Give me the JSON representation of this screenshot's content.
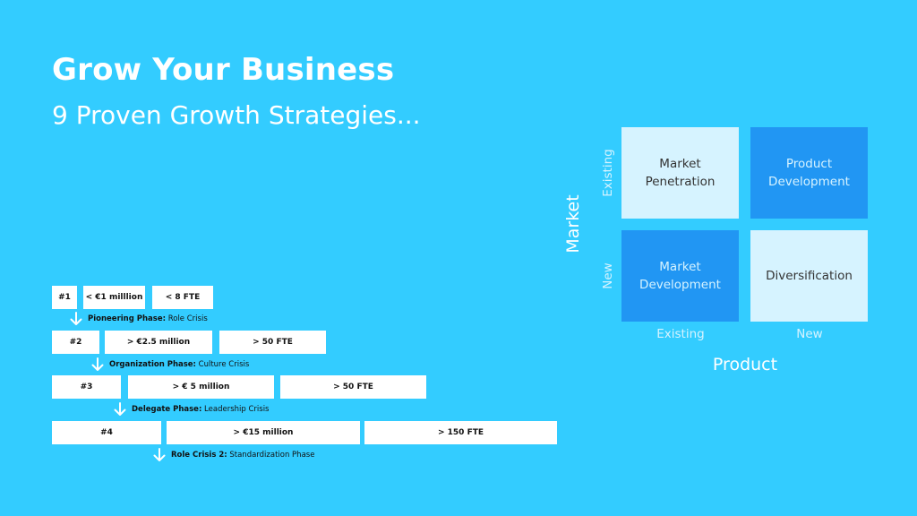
{
  "header": {
    "title": "Grow Your Business",
    "subtitle": "9 Proven Growth Strategies..."
  },
  "colors": {
    "background": "#33ccff",
    "tile_light": "#d6f3ff",
    "tile_dark": "#2196f3",
    "box": "#ffffff"
  },
  "growth_stages": [
    {
      "number": "#1",
      "revenue": "< €1 milllion",
      "staff": "< 8 FTE"
    },
    {
      "number": "#2",
      "revenue": "> €2.5 million",
      "staff": "> 50 FTE"
    },
    {
      "number": "#3",
      "revenue": "> € 5 million",
      "staff": "> 50 FTE"
    },
    {
      "number": "#4",
      "revenue": "> €15 million",
      "staff": "> 150 FTE"
    }
  ],
  "phases": [
    {
      "bold": "Pioneering Phase:",
      "regular": " Role Crisis",
      "icon": "arrow-down-icon"
    },
    {
      "bold": "Organization Phase:",
      "regular": " Culture Crisis",
      "icon": "arrow-down-icon"
    },
    {
      "bold": "Delegate Phase:",
      "regular": " Leadership Crisis",
      "icon": "arrow-down-icon"
    },
    {
      "bold": "Role Crisis 2:",
      "regular": " Standardization Phase",
      "icon": "arrow-down-icon"
    }
  ],
  "matrix": {
    "y_axis_title": "Market",
    "x_axis_title": "Product",
    "y_labels": [
      "Existing",
      "New"
    ],
    "x_labels": [
      "Existing",
      "New"
    ],
    "cells": [
      {
        "line1": "Market",
        "line2": "Penetration",
        "style": "light"
      },
      {
        "line1": "Product",
        "line2": "Development",
        "style": "dark"
      },
      {
        "line1": "Market",
        "line2": "Development",
        "style": "dark"
      },
      {
        "line1": "Diversification",
        "line2": "",
        "style": "light"
      }
    ]
  }
}
